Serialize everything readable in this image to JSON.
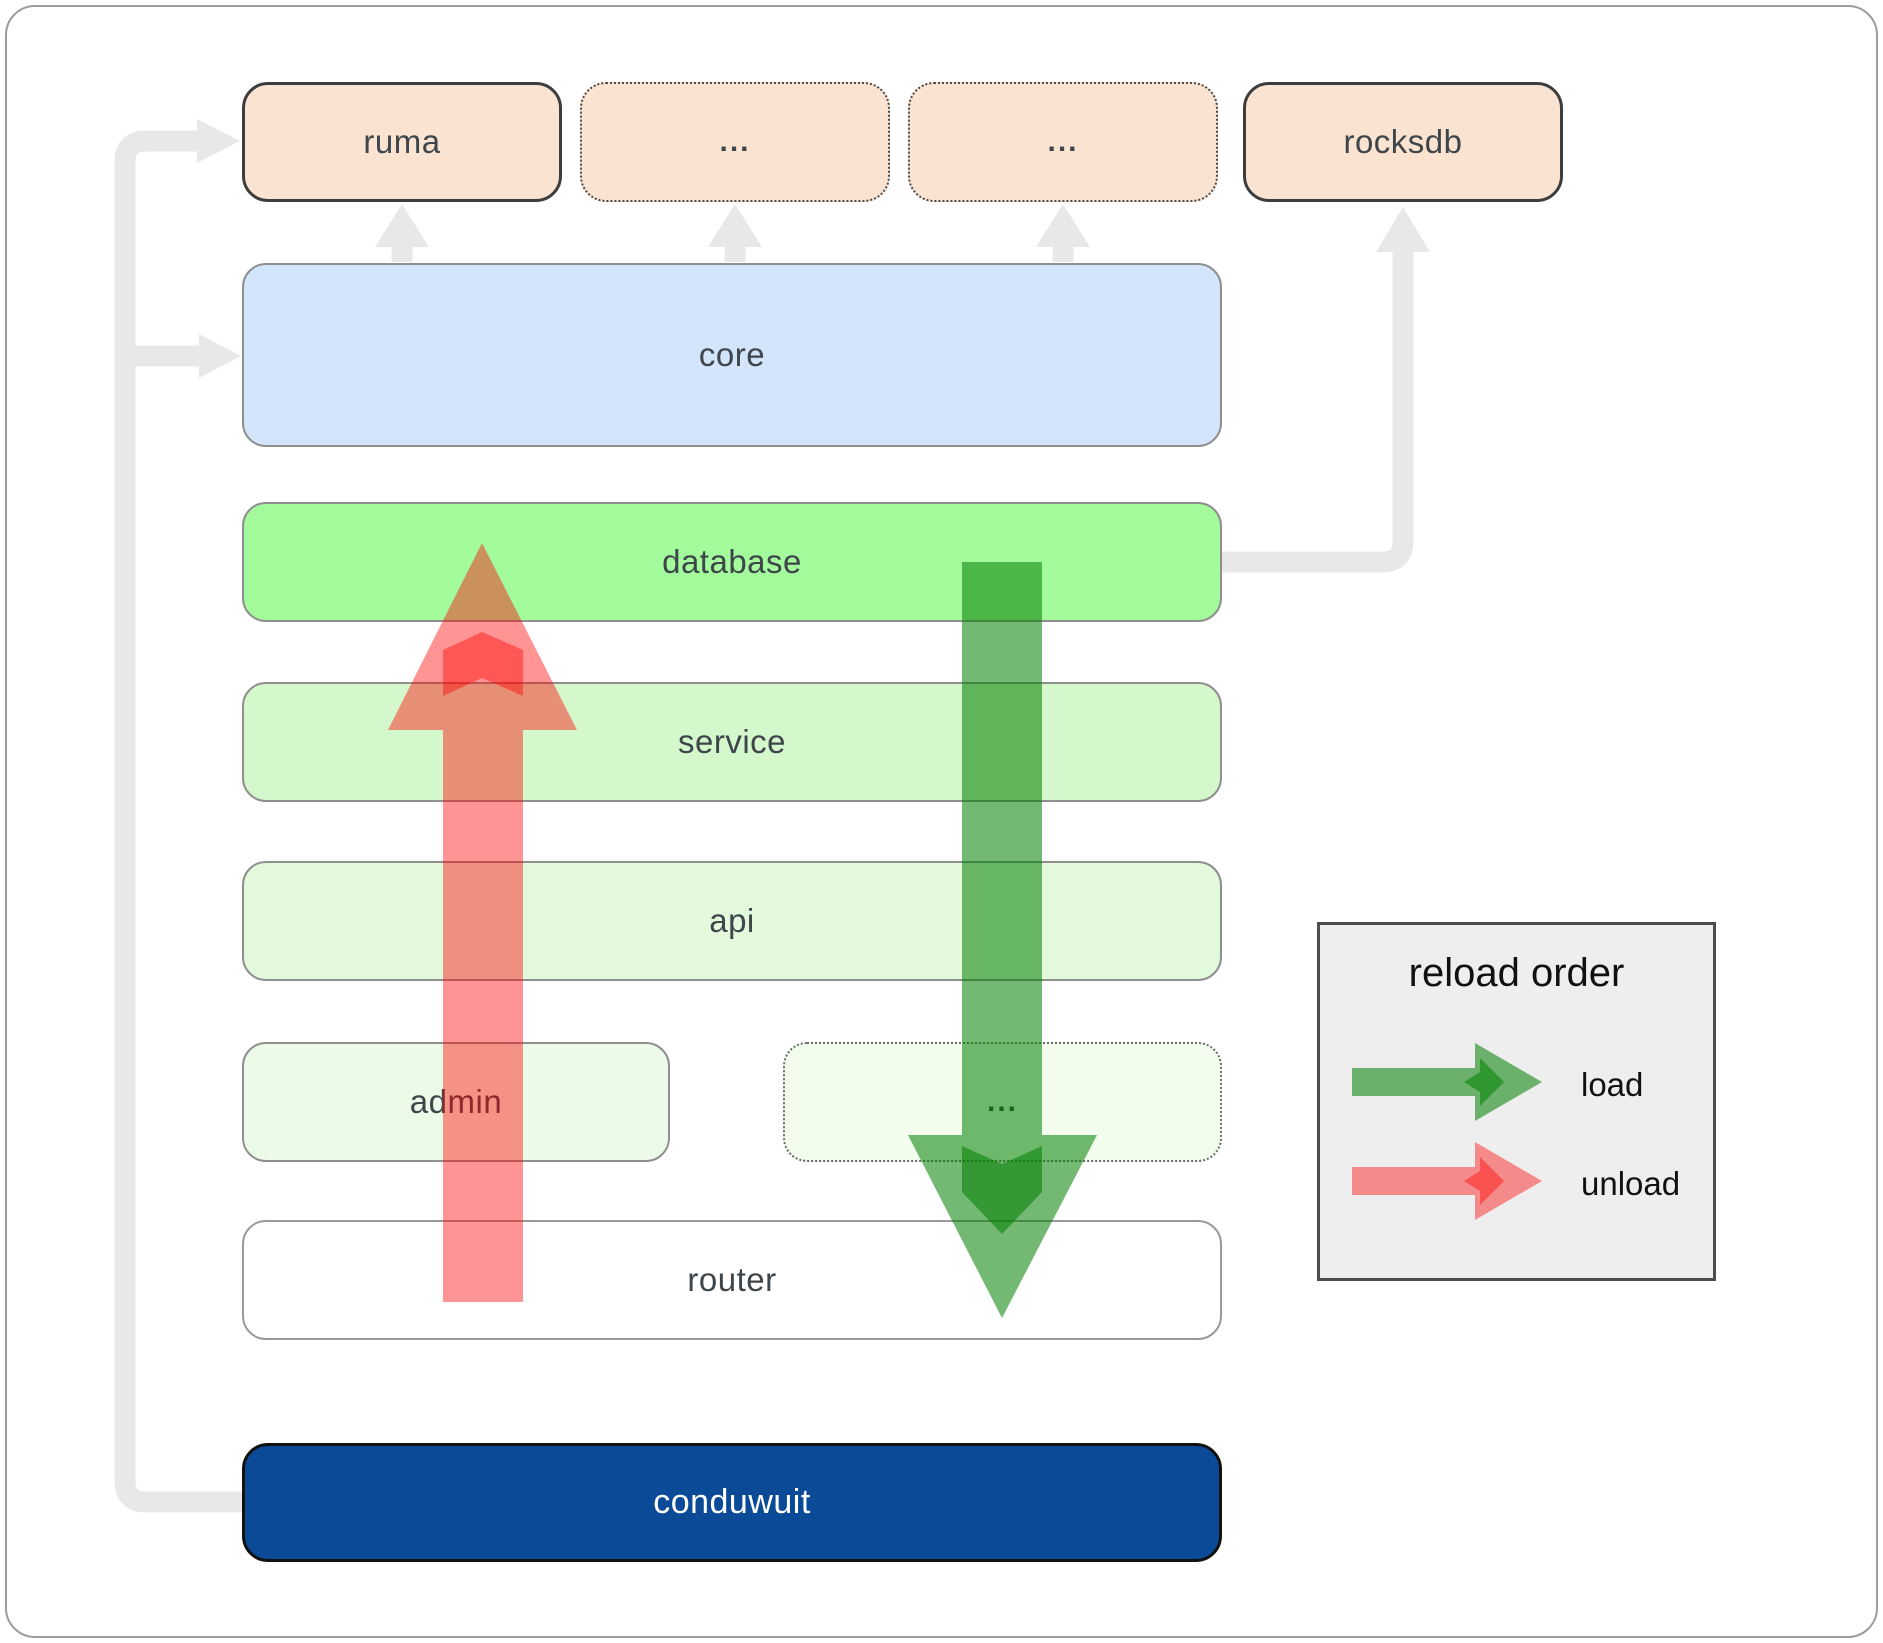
{
  "nodes": {
    "ruma": "ruma",
    "extern1": "...",
    "extern2": "...",
    "rocksdb": "rocksdb",
    "core": "core",
    "database": "database",
    "service": "service",
    "api": "api",
    "admin": "admin",
    "more_services": "...",
    "router": "router",
    "conduwuit": "conduwuit"
  },
  "legend": {
    "title": "reload order",
    "load_label": "load",
    "unload_label": "unload"
  },
  "colors": {
    "peach_fill": "#fbe3d1",
    "core_fill": "#d3e5fa",
    "database_fill": "#a4fb9c",
    "service_fill": "#d4f7cb",
    "api_fill": "#e2f9db",
    "admin_fill": "#ecfbe7",
    "router_fill": "#ffffff",
    "conduwuit_fill": "#0b4a97",
    "legend_fill": "#eeeeee",
    "connector_gray": "#e8e8e8",
    "load_green": "#008000",
    "unload_red": "#ff0000",
    "label_color": "#3e464b"
  }
}
